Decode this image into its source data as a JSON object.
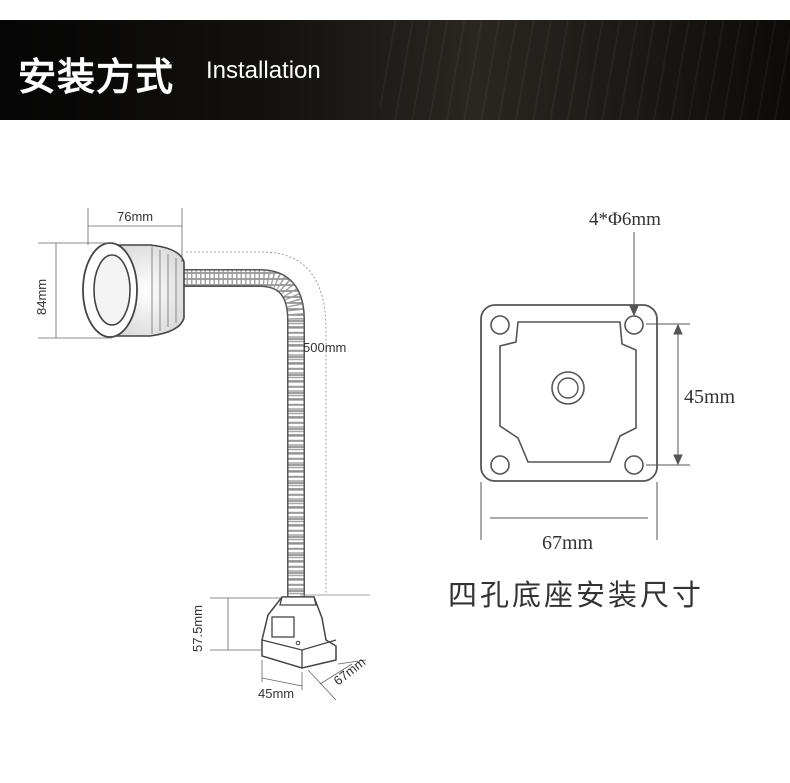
{
  "header": {
    "title_cn": "安装方式",
    "title_en": "Installation"
  },
  "lamp_dimensions": {
    "head_width": "76mm",
    "head_height": "84mm",
    "gooseneck_length": "500mm",
    "base_height": "57.5mm",
    "base_width": "45mm",
    "base_depth": "67mm"
  },
  "base_plate_dimensions": {
    "hole_spec": "4*Φ6mm",
    "hole_spacing_vertical": "45mm",
    "plate_width": "67mm",
    "caption": "四孔底座安装尺寸"
  },
  "colors": {
    "line": "#555555",
    "banner_bg": "#141210"
  }
}
